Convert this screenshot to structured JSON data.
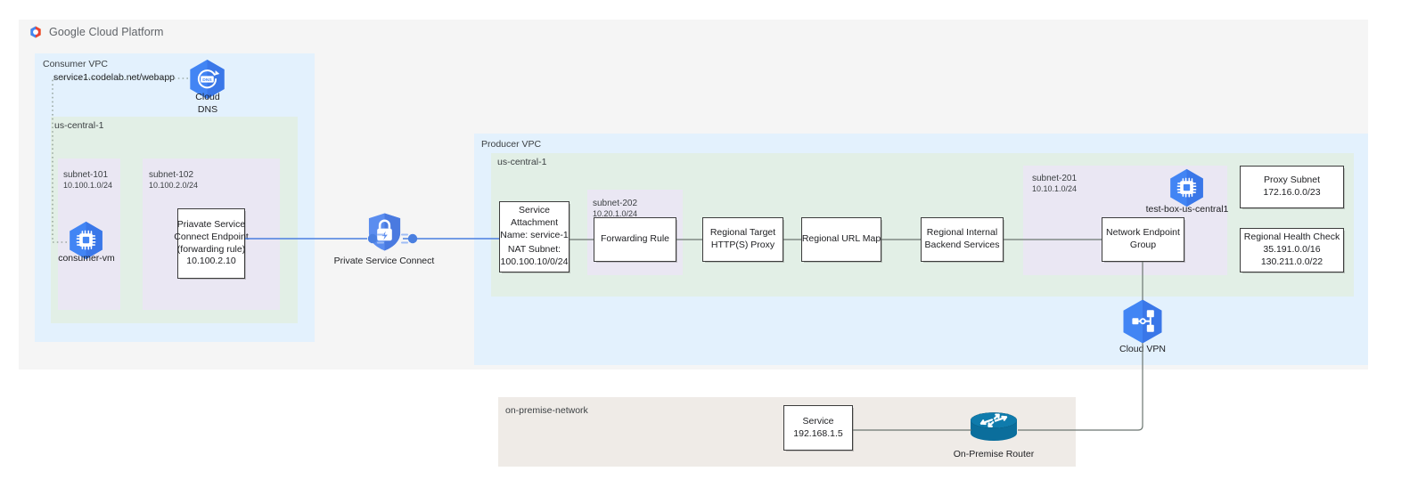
{
  "header": {
    "brand": "Google Cloud Platform",
    "logo_icon": "google-cloud-hexagon-logo",
    "brand_colors": {
      "red": "#ea4335",
      "blue": "#4285f4",
      "yellow": "#fbbc04",
      "green": "#34a853"
    }
  },
  "palette": {
    "page_band": "#f5f5f5",
    "vpc_fill": "#e3f1fd",
    "region_fill": "#e2efe6",
    "subnet_fill": "#eae7f3",
    "onprem_fill": "#efebe7",
    "gcp_blue": "#4285f4",
    "psc_blue": "#5b8def",
    "link_blue": "#4a7fe0",
    "link_gray": "#6b7570",
    "router_teal": "#0b6e9c",
    "node_border": "#3c3c3c"
  },
  "consumer_vpc": {
    "label": "Consumer VPC",
    "region_label": "us-central-1",
    "dns_record": "service1.codelab.net/webapp",
    "cloud_dns": {
      "caption": "Cloud\nDNS",
      "icon": "cloud-dns-icon"
    },
    "subnets": [
      {
        "name": "subnet-101",
        "cidr": "10.100.1.0/24"
      },
      {
        "name": "subnet-102",
        "cidr": "10.100.2.0/24"
      }
    ],
    "consumer_vm": {
      "caption": "consumer-vm",
      "icon": "compute-engine-icon"
    },
    "psc_endpoint": {
      "lines": [
        "Priavate Service",
        "Connect Endpoint",
        "(forwarding rule)",
        "10.100.2.10"
      ]
    }
  },
  "private_service_connect": {
    "caption": "Private Service Connect",
    "icon": "private-service-connect-shield-lock-icon"
  },
  "producer_vpc": {
    "label": "Producer VPC",
    "region_label": "us-central-1",
    "service_attachment": {
      "lines_top": [
        "Service",
        "Attachment",
        "Name: service-1"
      ],
      "lines_bottom": [
        "NAT Subnet:",
        "100.100.10/0/24"
      ]
    },
    "subnet_202": {
      "name": "subnet-202",
      "cidr": "10.20.1.0/24"
    },
    "subnet_201": {
      "name": "subnet-201",
      "cidr": "10.10.1.0/24"
    },
    "chain": [
      {
        "id": "forwarding-rule",
        "lines": [
          "Forwarding Rule"
        ]
      },
      {
        "id": "regional-target-proxy",
        "lines": [
          "Regional Target",
          "HTTP(S) Proxy"
        ]
      },
      {
        "id": "regional-url-map",
        "lines": [
          "Regional URL Map"
        ]
      },
      {
        "id": "regional-backend-services",
        "lines": [
          "Regional Internal",
          "Backend Services"
        ]
      },
      {
        "id": "network-endpoint-group",
        "lines": [
          "Network Endpoint",
          "Group"
        ]
      }
    ],
    "test_box": {
      "caption": "test-box-us-central1",
      "icon": "compute-engine-icon"
    },
    "proxy_subnet": {
      "lines": [
        "Proxy Subnet",
        "172.16.0.0/23"
      ]
    },
    "health_check": {
      "lines": [
        "Regional Health Check",
        "35.191.0.0/16",
        "130.211.0.0/22"
      ]
    },
    "cloud_vpn": {
      "caption": "Cloud VPN",
      "icon": "cloud-vpn-icon"
    }
  },
  "on_premise": {
    "label": "on-premise-network",
    "service": {
      "lines": [
        "Service",
        "192.168.1.5"
      ]
    },
    "router": {
      "caption": "On-Premise Router",
      "icon": "on-premise-router-icon"
    }
  }
}
